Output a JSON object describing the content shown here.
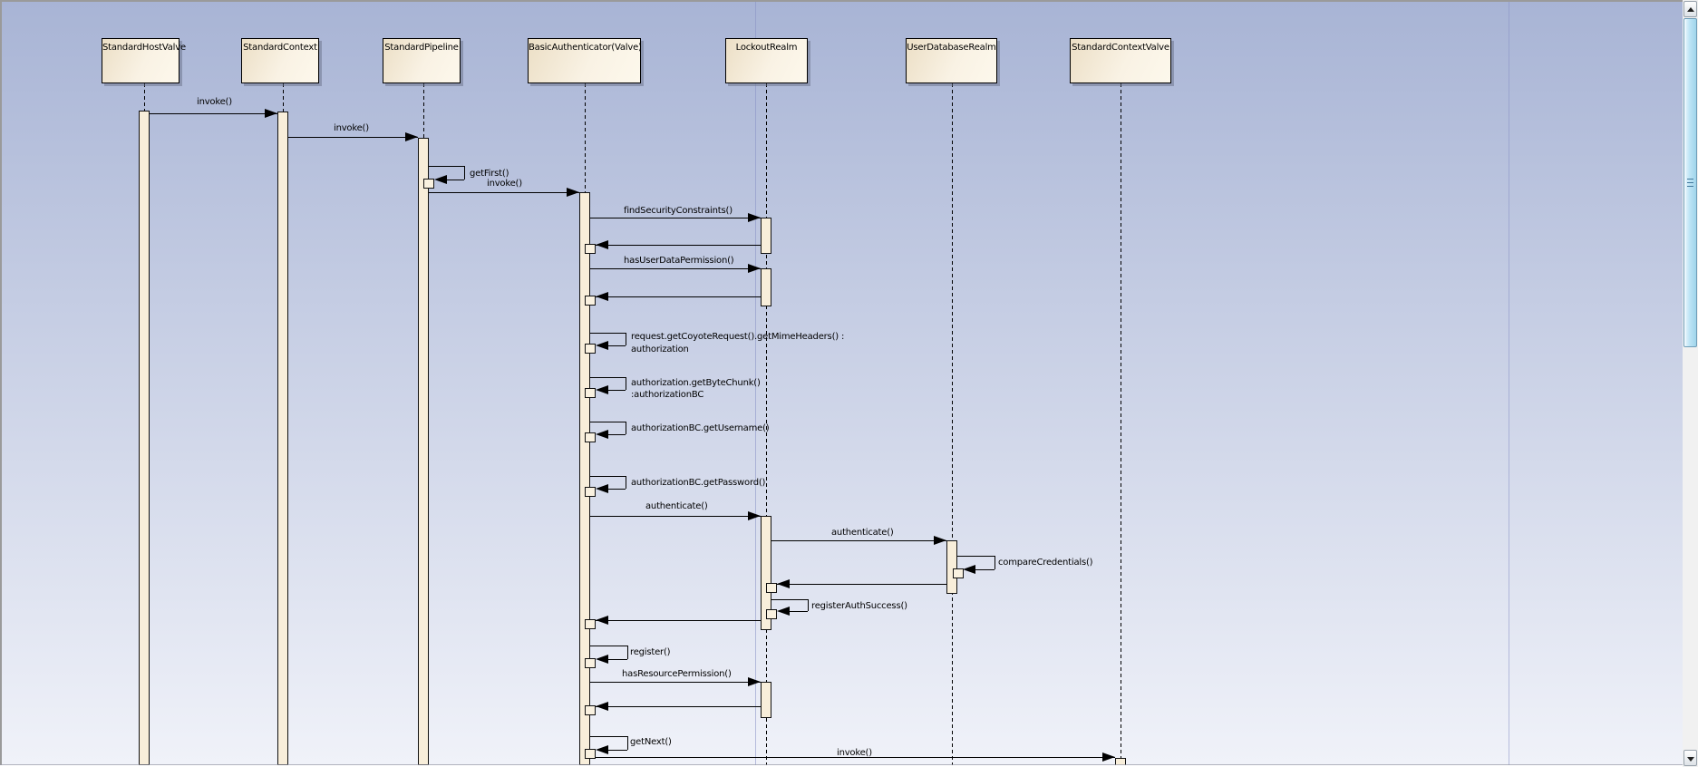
{
  "diagram_type": "uml-sequence-diagram",
  "lifelines": [
    {
      "label": "StandardHostValve"
    },
    {
      "label": "StandardContext"
    },
    {
      "label": "StandardPipeline"
    },
    {
      "label": "BasicAuthenticator(Valve)"
    },
    {
      "label": "LockoutRealm"
    },
    {
      "label": "UserDatabaseRealm"
    },
    {
      "label": "StandardContextValve"
    }
  ],
  "messages": [
    {
      "label": "invoke()"
    },
    {
      "label": "invoke()"
    },
    {
      "label": "getFirst()"
    },
    {
      "label": "invoke()"
    },
    {
      "label": "findSecurityConstraints()"
    },
    {
      "label": "hasUserDataPermission()"
    },
    {
      "label": "request.getCoyoteRequest().getMimeHeaders() :",
      "label2": "authorization"
    },
    {
      "label": "authorization.getByteChunk()",
      "label2": ":authorizationBC"
    },
    {
      "label": "authorizationBC.getUsername()"
    },
    {
      "label": "authorizationBC.getPassword()"
    },
    {
      "label": "authenticate()"
    },
    {
      "label": "authenticate()"
    },
    {
      "label": "compareCredentials()"
    },
    {
      "label": "registerAuthSuccess()"
    },
    {
      "label": "register()"
    },
    {
      "label": "hasResourcePermission()"
    },
    {
      "label": "getNext()"
    },
    {
      "label": "invoke()"
    }
  ],
  "colors": {
    "canvas_top": "#a8b4d5",
    "canvas_bottom": "#f0f2f9",
    "classifier_fill": "#f3e9d4",
    "activation_fill": "#f8eeda",
    "page_boundary": "#8690c4",
    "scroll_thumb": "#bce4f5"
  }
}
